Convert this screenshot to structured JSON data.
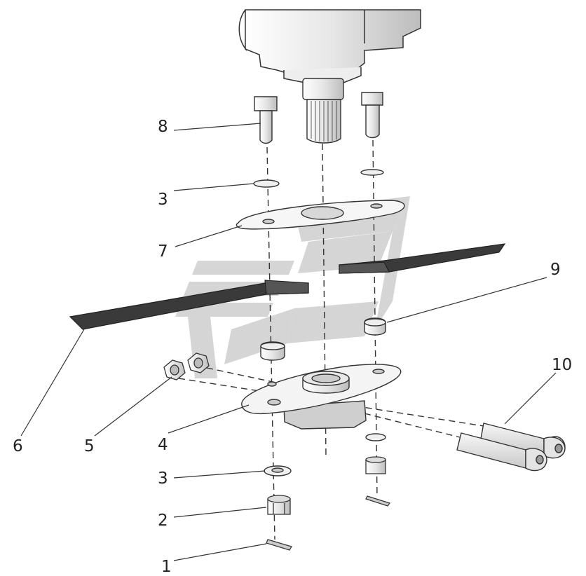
{
  "diagram": {
    "callouts": [
      {
        "id": "c8",
        "text": "8"
      },
      {
        "id": "c3a",
        "text": "3"
      },
      {
        "id": "c7",
        "text": "7"
      },
      {
        "id": "c9",
        "text": "9"
      },
      {
        "id": "c10",
        "text": "10"
      },
      {
        "id": "c6",
        "text": "6"
      },
      {
        "id": "c5",
        "text": "5"
      },
      {
        "id": "c4",
        "text": "4"
      },
      {
        "id": "c3b",
        "text": "3"
      },
      {
        "id": "c2",
        "text": "2"
      },
      {
        "id": "c1",
        "text": "1"
      }
    ]
  },
  "colors": {
    "line": "#333333",
    "part_fill": "#f2f2f2",
    "blade": "#3a3a3a",
    "watermark": "#c8c8c8"
  }
}
